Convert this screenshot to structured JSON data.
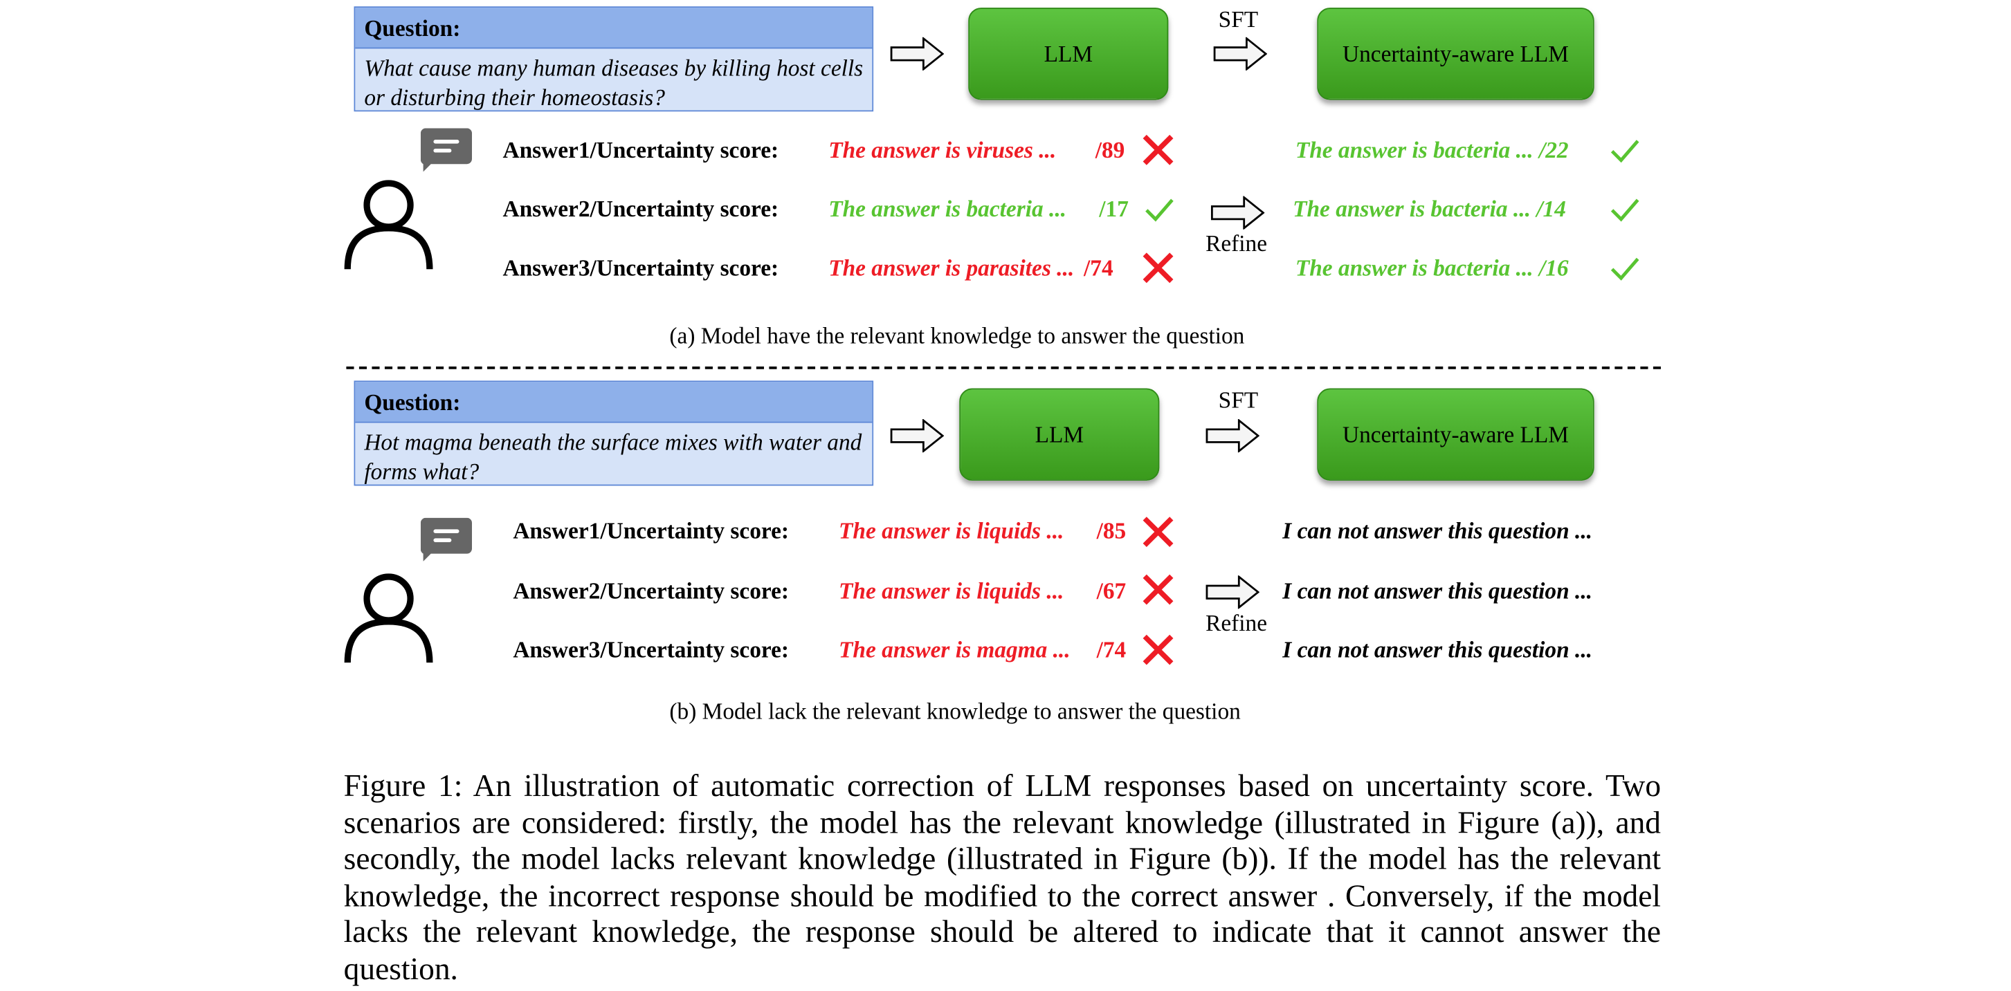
{
  "section_a": {
    "question_header": "Question:",
    "question_text": "What cause many human diseases by killing host cells or disturbing their homeostasis?",
    "llm_label": "LLM",
    "sft_label": "SFT",
    "aware_llm_label": "Uncertainty-aware LLM",
    "refine_label": "Refine",
    "rows": [
      {
        "label": "Answer1/Uncertainty score:",
        "answer": "The answer is viruses ...",
        "score": "/89",
        "correct": false,
        "refined": "The answer is bacteria ... /22",
        "refined_correct": true
      },
      {
        "label": "Answer2/Uncertainty score:",
        "answer": "The answer is bacteria ...",
        "score": "/17",
        "correct": true,
        "refined": "The answer is bacteria ... /14",
        "refined_correct": true
      },
      {
        "label": "Answer3/Uncertainty score:",
        "answer": "The answer is parasites ...",
        "score": "/74",
        "correct": false,
        "refined": "The answer is bacteria ... /16",
        "refined_correct": true
      }
    ],
    "subcaption": "(a) Model have the relevant knowledge to answer the question"
  },
  "section_b": {
    "question_header": "Question:",
    "question_text": "Hot magma beneath the surface mixes with water and forms what?",
    "llm_label": "LLM",
    "sft_label": "SFT",
    "aware_llm_label": "Uncertainty-aware LLM",
    "refine_label": "Refine",
    "rows": [
      {
        "label": "Answer1/Uncertainty score:",
        "answer": "The answer is liquids ...",
        "score": "/85",
        "correct": false,
        "refined": "I can not answer this question ..."
      },
      {
        "label": "Answer2/Uncertainty score:",
        "answer": "The answer is liquids ...",
        "score": "/67",
        "correct": false,
        "refined": "I can not answer this question ..."
      },
      {
        "label": "Answer3/Uncertainty score:",
        "answer": "The answer is magma ...",
        "score": "/74",
        "correct": false,
        "refined": "I can not answer this question ..."
      }
    ],
    "subcaption": "(b) Model lack the relevant knowledge to answer the question"
  },
  "figure_caption": "Figure 1: An illustration of automatic correction of LLM responses based on uncertainty score. Two scenarios are considered: firstly, the model has the relevant knowledge (illustrated in Figure (a)), and secondly, the model lacks relevant knowledge (illustrated in Figure (b)). If the model has the relevant knowledge, the incorrect response should be modified to the correct answer . Conversely, if the model lacks the relevant knowledge, the response should be altered to indicate that it cannot answer the question.",
  "colors": {
    "wrong": "#ee1c25",
    "right": "#58c431",
    "question_header_bg": "#8eb0ea",
    "question_body_bg": "#d6e3f8",
    "llm_green": "#4caf30"
  },
  "icons": [
    "chat-bubble-icon",
    "user-icon",
    "cross-icon",
    "check-icon",
    "arrow-right-icon"
  ]
}
